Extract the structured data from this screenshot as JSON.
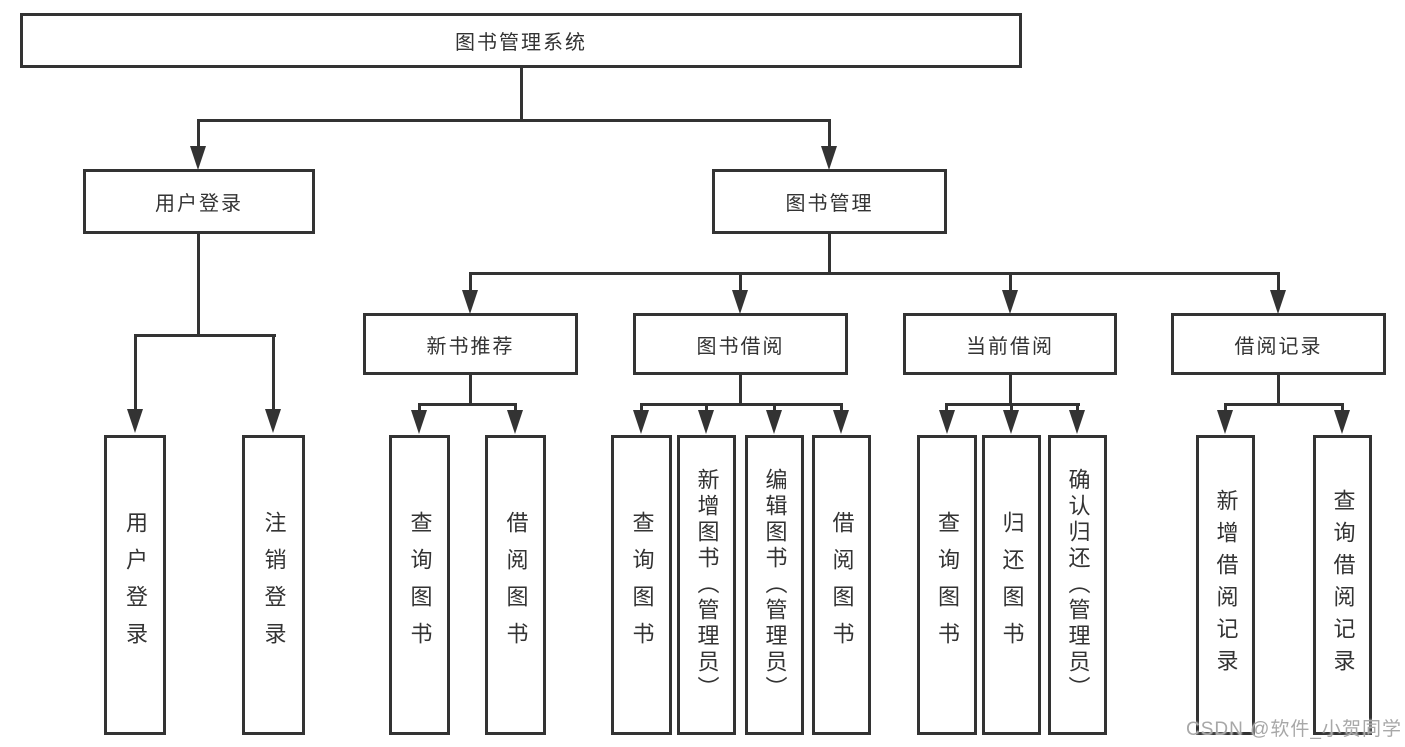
{
  "diagram": {
    "title": "图书管理系统",
    "branches": [
      {
        "label": "用户登录",
        "children": [
          {
            "label": "用户登录"
          },
          {
            "label": "注销登录"
          }
        ]
      },
      {
        "label": "图书管理",
        "children": [
          {
            "label": "新书推荐",
            "children": [
              {
                "label": "查询图书"
              },
              {
                "label": "借阅图书"
              }
            ]
          },
          {
            "label": "图书借阅",
            "children": [
              {
                "label": "查询图书"
              },
              {
                "label": "新增图书（管理员）"
              },
              {
                "label": "编辑图书（管理员）"
              },
              {
                "label": "借阅图书"
              }
            ]
          },
          {
            "label": "当前借阅",
            "children": [
              {
                "label": "查询图书"
              },
              {
                "label": "归还图书"
              },
              {
                "label": "确认归还（管理员）"
              }
            ]
          },
          {
            "label": "借阅记录",
            "children": [
              {
                "label": "新增借阅记录"
              },
              {
                "label": "查询借阅记录"
              }
            ]
          }
        ]
      }
    ]
  },
  "watermark": "CSDN @软件_小贺同学",
  "colors": {
    "line": "#333333",
    "text": "#333333",
    "watermark": "#a8a8a8",
    "background": "#ffffff"
  }
}
